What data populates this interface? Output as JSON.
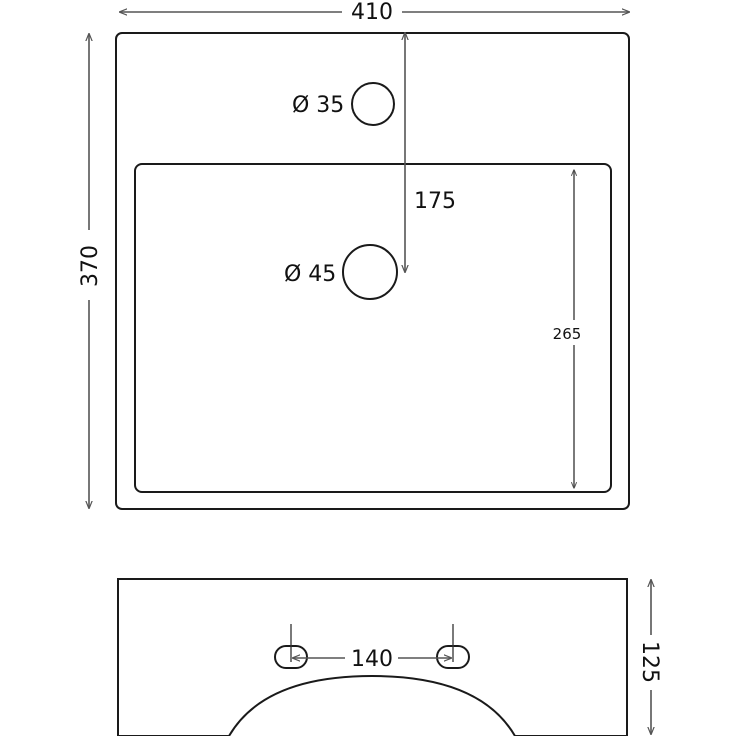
{
  "top_view": {
    "width_label": "410",
    "depth_label": "370",
    "tap_hole_label": "Ø 35",
    "drain_label": "Ø 45",
    "tap_to_drain_label": "175",
    "bowl_depth_label": "265"
  },
  "front_view": {
    "height_label": "125",
    "fixing_spacing_label": "140"
  },
  "colors": {
    "line": "#1a1a1a",
    "dimension": "#555555"
  }
}
